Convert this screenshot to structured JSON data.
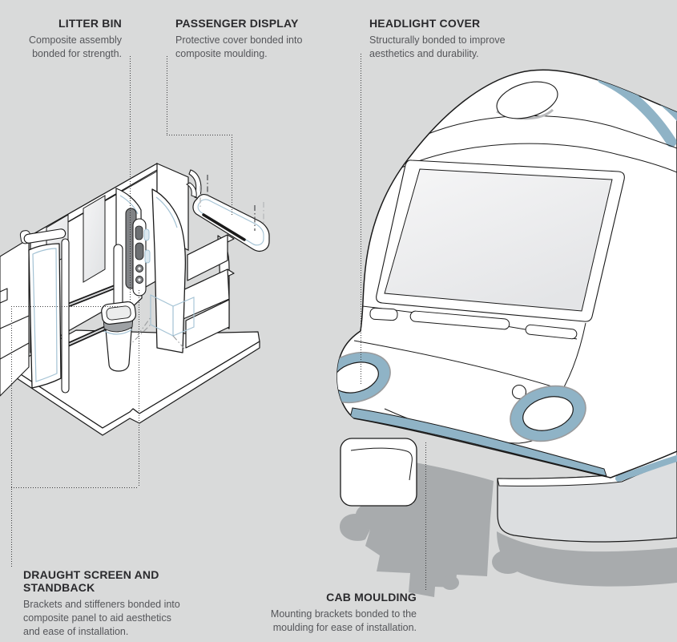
{
  "page": {
    "title": "Composite bonding applications — rail vehicle diagram",
    "background": "#d9dada"
  },
  "colors": {
    "accent_blue": "#8fb3c6",
    "accent_blue_light": "#a3c2d4",
    "outline_black": "#1a1a1a",
    "label_title": "#2a2a2d",
    "label_body": "#55565a",
    "leader_dots": "#3b3b3d",
    "coupler_gray": "#a8abad",
    "skirt_gray": "#dcdee0",
    "glass_gray": "#ededee"
  },
  "labels": {
    "litter_bin": {
      "title": "LITTER BIN",
      "body": "Composite assembly bonded for strength."
    },
    "passenger_display": {
      "title": "PASSENGER DISPLAY",
      "body": "Protective cover bonded into composite moulding."
    },
    "headlight_cover": {
      "title": "HEADLIGHT COVER",
      "body": "Structurally bonded to improve aesthetics and durability."
    },
    "draught_screen": {
      "title": "DRAUGHT SCREEN AND STANDBACK",
      "body": "Brackets and stiffeners bonded into composite panel to aid aesthetics and ease of installation."
    },
    "cab_moulding": {
      "title": "CAB MOULDING",
      "body": "Mounting brackets bonded to the moulding for ease of installation."
    }
  },
  "illustrations": {
    "interior": "passenger-interior-cutaway",
    "train": "train-cab-front"
  }
}
